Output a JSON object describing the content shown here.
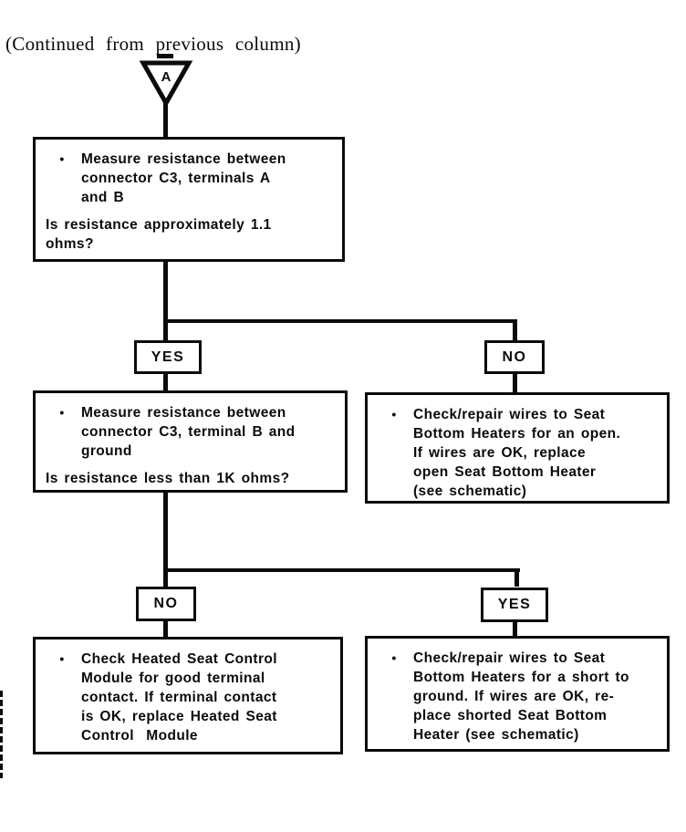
{
  "page": {
    "continued_note": "(Continued from previous column)",
    "connector_label": "A",
    "bullet_char": "•"
  },
  "flowchart": {
    "step_measure_ab": {
      "bullet_lines": [
        "Measure resistance between",
        "connector C3, terminals A",
        "and B"
      ],
      "question_lines": [
        "Is resistance approximately 1.1",
        "ohms?"
      ]
    },
    "decision1": {
      "left": "YES",
      "right": "NO"
    },
    "step_measure_ground": {
      "bullet_lines": [
        "Measure resistance between",
        "connector C3, terminal B and",
        "ground"
      ],
      "question_lines": [
        "Is resistance less than 1K ohms?"
      ]
    },
    "result_open_heater": {
      "bullet_lines": [
        "Check/repair wires to Seat",
        "Bottom Heaters for an open.",
        "If wires are OK, replace",
        "open Seat Bottom Heater",
        "(see schematic)"
      ]
    },
    "decision2": {
      "left": "NO",
      "right": "YES"
    },
    "result_control_module": {
      "bullet_lines": [
        "Check Heated Seat Control",
        "Module for good terminal",
        "contact. If terminal contact",
        "is OK, replace Heated Seat",
        "Control  Module"
      ]
    },
    "result_shorted_heater": {
      "bullet_lines": [
        "Check/repair wires to Seat",
        "Bottom Heaters for a short to",
        "ground. If wires are OK, re-",
        "place shorted Seat Bottom",
        "Heater (see schematic)"
      ]
    }
  },
  "colors": {
    "ink": "#0b0b0b",
    "paper": "#ffffff"
  }
}
